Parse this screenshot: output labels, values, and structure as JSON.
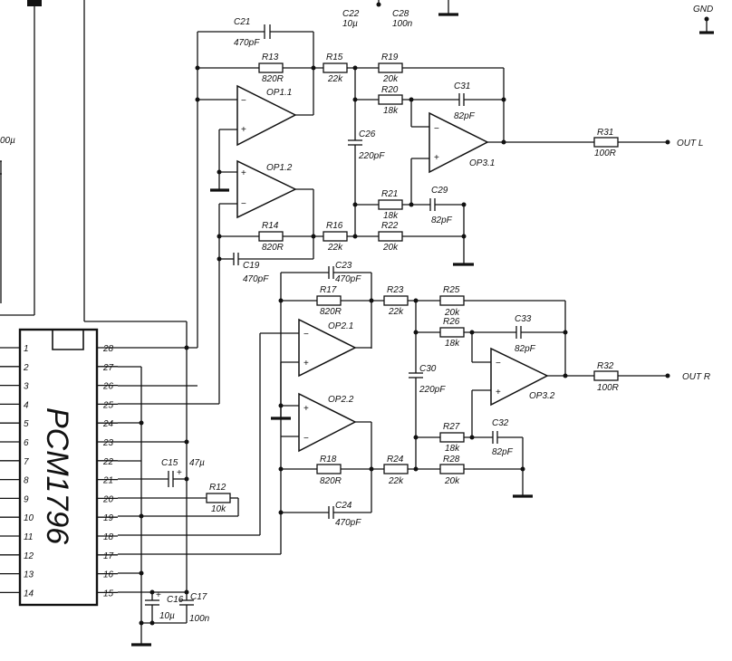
{
  "chip": {
    "name": "PCM1796"
  },
  "pins_left": [
    "1",
    "2",
    "3",
    "4",
    "5",
    "6",
    "7",
    "8",
    "9",
    "10",
    "11",
    "12",
    "13",
    "14"
  ],
  "pins_right": [
    "28",
    "27",
    "26",
    "25",
    "24",
    "23",
    "22",
    "21",
    "20",
    "19",
    "18",
    "17",
    "16",
    "15"
  ],
  "labels": {
    "gnd": "GND",
    "out_l": "OUT L",
    "out_r": "OUT R",
    "frag_left": "00µ",
    "plus": "+",
    "minus": "−"
  },
  "components": {
    "C22": {
      "ref": "C22",
      "value": "10µ"
    },
    "C28": {
      "ref": "C28",
      "value": "100n"
    },
    "C21": {
      "ref": "C21",
      "value": "470pF"
    },
    "R13": {
      "ref": "R13",
      "value": "820R"
    },
    "R15": {
      "ref": "R15",
      "value": "22k"
    },
    "R19": {
      "ref": "R19",
      "value": "20k"
    },
    "R20": {
      "ref": "R20",
      "value": "18k"
    },
    "C31": {
      "ref": "C31",
      "value": "82pF"
    },
    "OP1_1": {
      "ref": "OP1.1"
    },
    "C26": {
      "ref": "C26",
      "value": "220pF"
    },
    "OP1_2": {
      "ref": "OP1.2"
    },
    "OP3_1": {
      "ref": "OP3.1"
    },
    "R31": {
      "ref": "R31",
      "value": "100R"
    },
    "R21": {
      "ref": "R21",
      "value": "18k"
    },
    "C29": {
      "ref": "C29",
      "value": "82pF"
    },
    "R14": {
      "ref": "R14",
      "value": "820R"
    },
    "R16": {
      "ref": "R16",
      "value": "22k"
    },
    "R22": {
      "ref": "R22",
      "value": "20k"
    },
    "C19": {
      "ref": "C19",
      "value": "470pF"
    },
    "C23": {
      "ref": "C23",
      "value": "470pF"
    },
    "R17": {
      "ref": "R17",
      "value": "820R"
    },
    "R23": {
      "ref": "R23",
      "value": "22k"
    },
    "R25": {
      "ref": "R25",
      "value": "20k"
    },
    "R26": {
      "ref": "R26",
      "value": "18k"
    },
    "C33": {
      "ref": "C33",
      "value": "82pF"
    },
    "OP2_1": {
      "ref": "OP2.1"
    },
    "C30": {
      "ref": "C30",
      "value": "220pF"
    },
    "R32": {
      "ref": "R32",
      "value": "100R"
    },
    "OP3_2": {
      "ref": "OP3.2"
    },
    "OP2_2": {
      "ref": "OP2.2"
    },
    "R27": {
      "ref": "R27",
      "value": "18k"
    },
    "C32": {
      "ref": "C32",
      "value": "82pF"
    },
    "C15": {
      "ref": "C15",
      "value": "47µ"
    },
    "R18": {
      "ref": "R18",
      "value": "820R"
    },
    "R24": {
      "ref": "R24",
      "value": "22k"
    },
    "R28": {
      "ref": "R28",
      "value": "20k"
    },
    "R12": {
      "ref": "R12",
      "value": "10k"
    },
    "C24": {
      "ref": "C24",
      "value": "470pF"
    },
    "C16": {
      "ref": "C16",
      "value": "10µ"
    },
    "C17": {
      "ref": "C17",
      "value": "100n"
    }
  }
}
